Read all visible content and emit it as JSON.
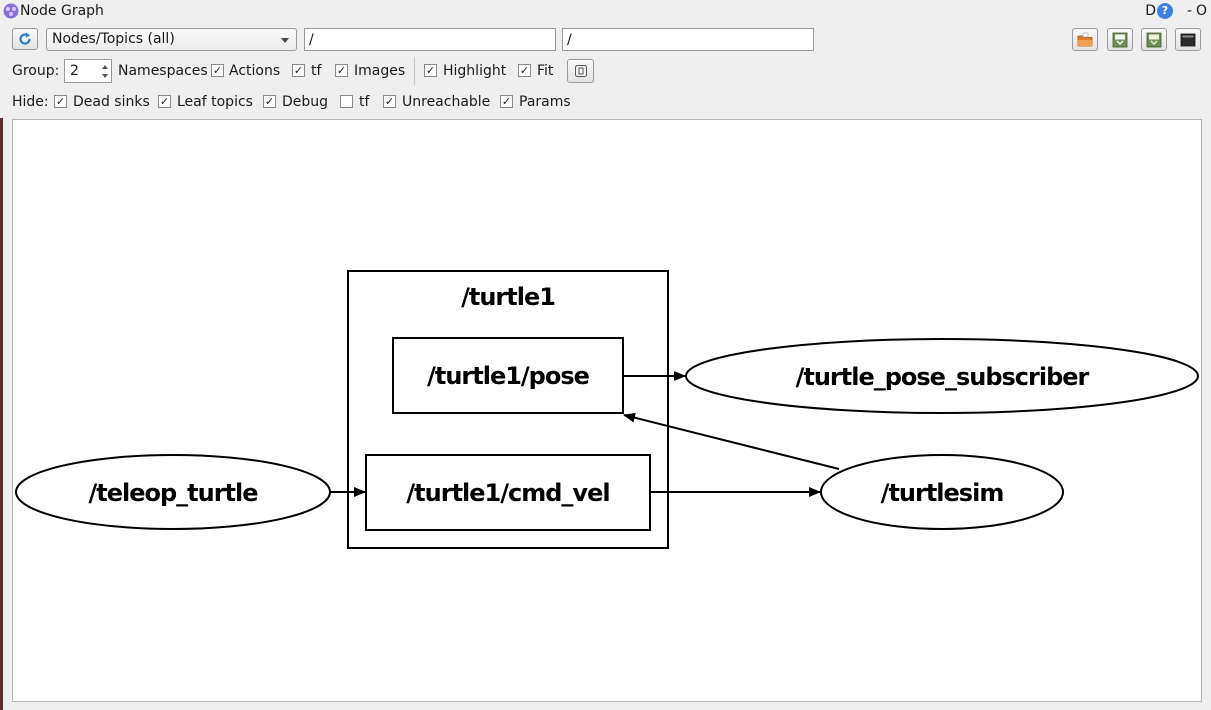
{
  "window": {
    "title": "Node Graph",
    "right_letter": "D",
    "help_glyph": "?",
    "minimize_glyph": "-",
    "close_glyph": "O"
  },
  "toolbar": {
    "view_mode": "Nodes/Topics (all)",
    "namespace_filter": "/",
    "topic_filter": "/",
    "icons": [
      "refresh-icon",
      "load-dot-icon",
      "save-dot-icon",
      "save-svg-icon",
      "screenshot-icon"
    ]
  },
  "options": {
    "group_label": "Group:",
    "group_value": "2",
    "checkboxes": [
      {
        "label": "Namespaces",
        "checked": true
      },
      {
        "label": "Actions",
        "checked": true
      },
      {
        "label": "tf",
        "checked": true
      },
      {
        "label": "Images",
        "checked": true
      },
      {
        "label": "Highlight",
        "checked": true
      },
      {
        "label": "Fit",
        "checked": true
      }
    ]
  },
  "hide": {
    "label": "Hide:",
    "checkboxes": [
      {
        "label": "Dead sinks",
        "checked": true
      },
      {
        "label": "Leaf topics",
        "checked": true
      },
      {
        "label": "Debug",
        "checked": true
      },
      {
        "label": "tf",
        "checked": false
      },
      {
        "label": "Unreachable",
        "checked": true
      },
      {
        "label": "Params",
        "checked": true
      }
    ]
  },
  "graph": {
    "namespace_cluster": "/turtle1",
    "topics": [
      "/turtle1/pose",
      "/turtle1/cmd_vel"
    ],
    "nodes": [
      "/teleop_turtle",
      "/turtlesim",
      "/turtle_pose_subscriber"
    ],
    "edges": [
      {
        "from": "/teleop_turtle",
        "to": "/turtle1/cmd_vel"
      },
      {
        "from": "/turtle1/cmd_vel",
        "to": "/turtlesim"
      },
      {
        "from": "/turtlesim",
        "to": "/turtle1/pose"
      },
      {
        "from": "/turtle1/pose",
        "to": "/turtle_pose_subscriber"
      }
    ]
  },
  "colors": {
    "window_bg": "#efefef",
    "canvas_bg": "#ffffff",
    "graph_stroke": "#000000",
    "help_badge": "#3d7fe0"
  }
}
